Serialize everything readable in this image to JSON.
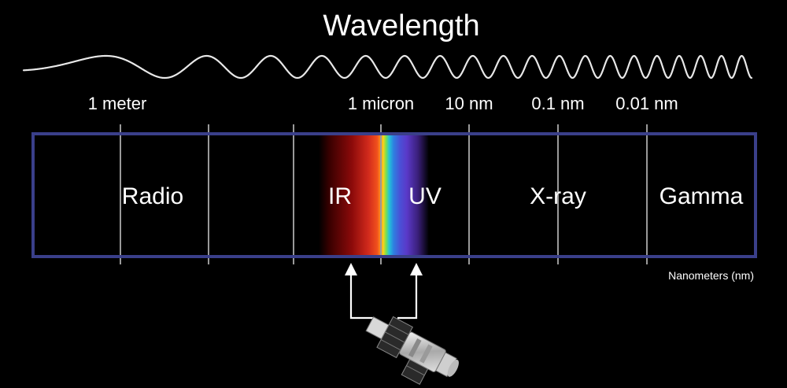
{
  "title": "Wavelength",
  "scale_labels": [
    "1 meter",
    "1 micron",
    "10 nm",
    "0.1 nm",
    "0.01 nm"
  ],
  "bands": [
    "Radio",
    "IR",
    "UV",
    "X-ray",
    "Gamma"
  ],
  "unit_label": "Nanometers (nm)",
  "colors": {
    "background": "#000000",
    "frame": "#3a3f8a",
    "divider": "#9a9a9a",
    "wave": "#e8e8e8",
    "text": "#ffffff"
  },
  "spectrum_colors": [
    "#000000",
    "#3a0000",
    "#8b0a0a",
    "#d12a1c",
    "#f0501d",
    "#ff8c1a",
    "#ffd21a",
    "#7fe04a",
    "#22c4d8",
    "#2f7fe0",
    "#4a4fd6",
    "#5a39c8",
    "#3a1f7a",
    "#000000"
  ],
  "icons": {
    "telescope": "hubble-telescope-icon",
    "arrows": "up-arrow-icon"
  }
}
